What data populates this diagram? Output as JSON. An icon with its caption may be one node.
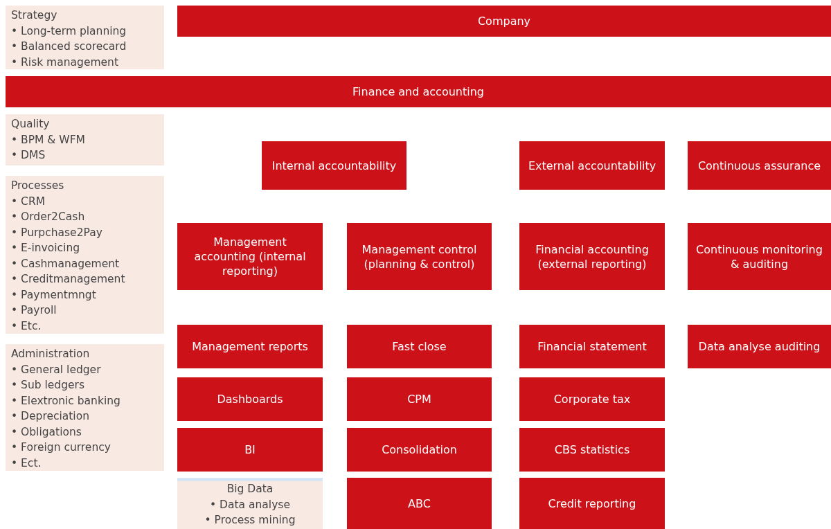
{
  "diagram": {
    "nodes": [
      {
        "text": [
          "Strategy",
          "• Long-term planning",
          "• Balanced scorecard",
          "• Risk management"
        ]
      },
      {
        "text": [
          "Company"
        ]
      },
      {
        "text": [
          "Finance and accounting"
        ]
      },
      {
        "text": [
          "Quality",
          "• BPM & WFM",
          "• DMS"
        ]
      },
      {
        "text": [
          "Processes",
          "• CRM",
          "• Order2Cash",
          "• Purpchase2Pay",
          "• E-invoicing",
          "• Cashmanagement",
          "• Creditmanagement",
          "• Paymentmngt",
          "• Payroll",
          "• Etc."
        ]
      },
      {
        "text": [
          "Administration",
          "• General ledger",
          "• Sub ledgers",
          "• Elextronic banking",
          "• Depreciation",
          "• Obligations",
          "• Foreign currency",
          "• Ect."
        ]
      },
      {
        "text": [
          "Internal accountability"
        ]
      },
      {
        "text": [
          "External accountability"
        ]
      },
      {
        "text": [
          "Continuous assurance"
        ]
      },
      {
        "text": [
          "Management accounting (internal reporting)"
        ]
      },
      {
        "text": [
          "Management control (planning & control)"
        ]
      },
      {
        "text": [
          "Financial accounting (external reporting)"
        ]
      },
      {
        "text": [
          "Continuous monitoring & auditing"
        ]
      },
      {
        "text": [
          "Management reports"
        ]
      },
      {
        "text": [
          "Fast close"
        ]
      },
      {
        "text": [
          "Financial statement"
        ]
      },
      {
        "text": [
          "Data analyse auditing"
        ]
      },
      {
        "text": [
          "Dashboards"
        ]
      },
      {
        "text": [
          "CPM"
        ]
      },
      {
        "text": [
          "Corporate tax"
        ]
      },
      {
        "text": [
          "BI"
        ]
      },
      {
        "text": [
          "Consolidation"
        ]
      },
      {
        "text": [
          "CBS statistics"
        ]
      },
      {
        "text": [
          "Big Data",
          "• Data analyse",
          "• Process mining"
        ]
      },
      {
        "text": [
          "ABC"
        ]
      },
      {
        "text": [
          "Credit reporting"
        ]
      }
    ]
  }
}
